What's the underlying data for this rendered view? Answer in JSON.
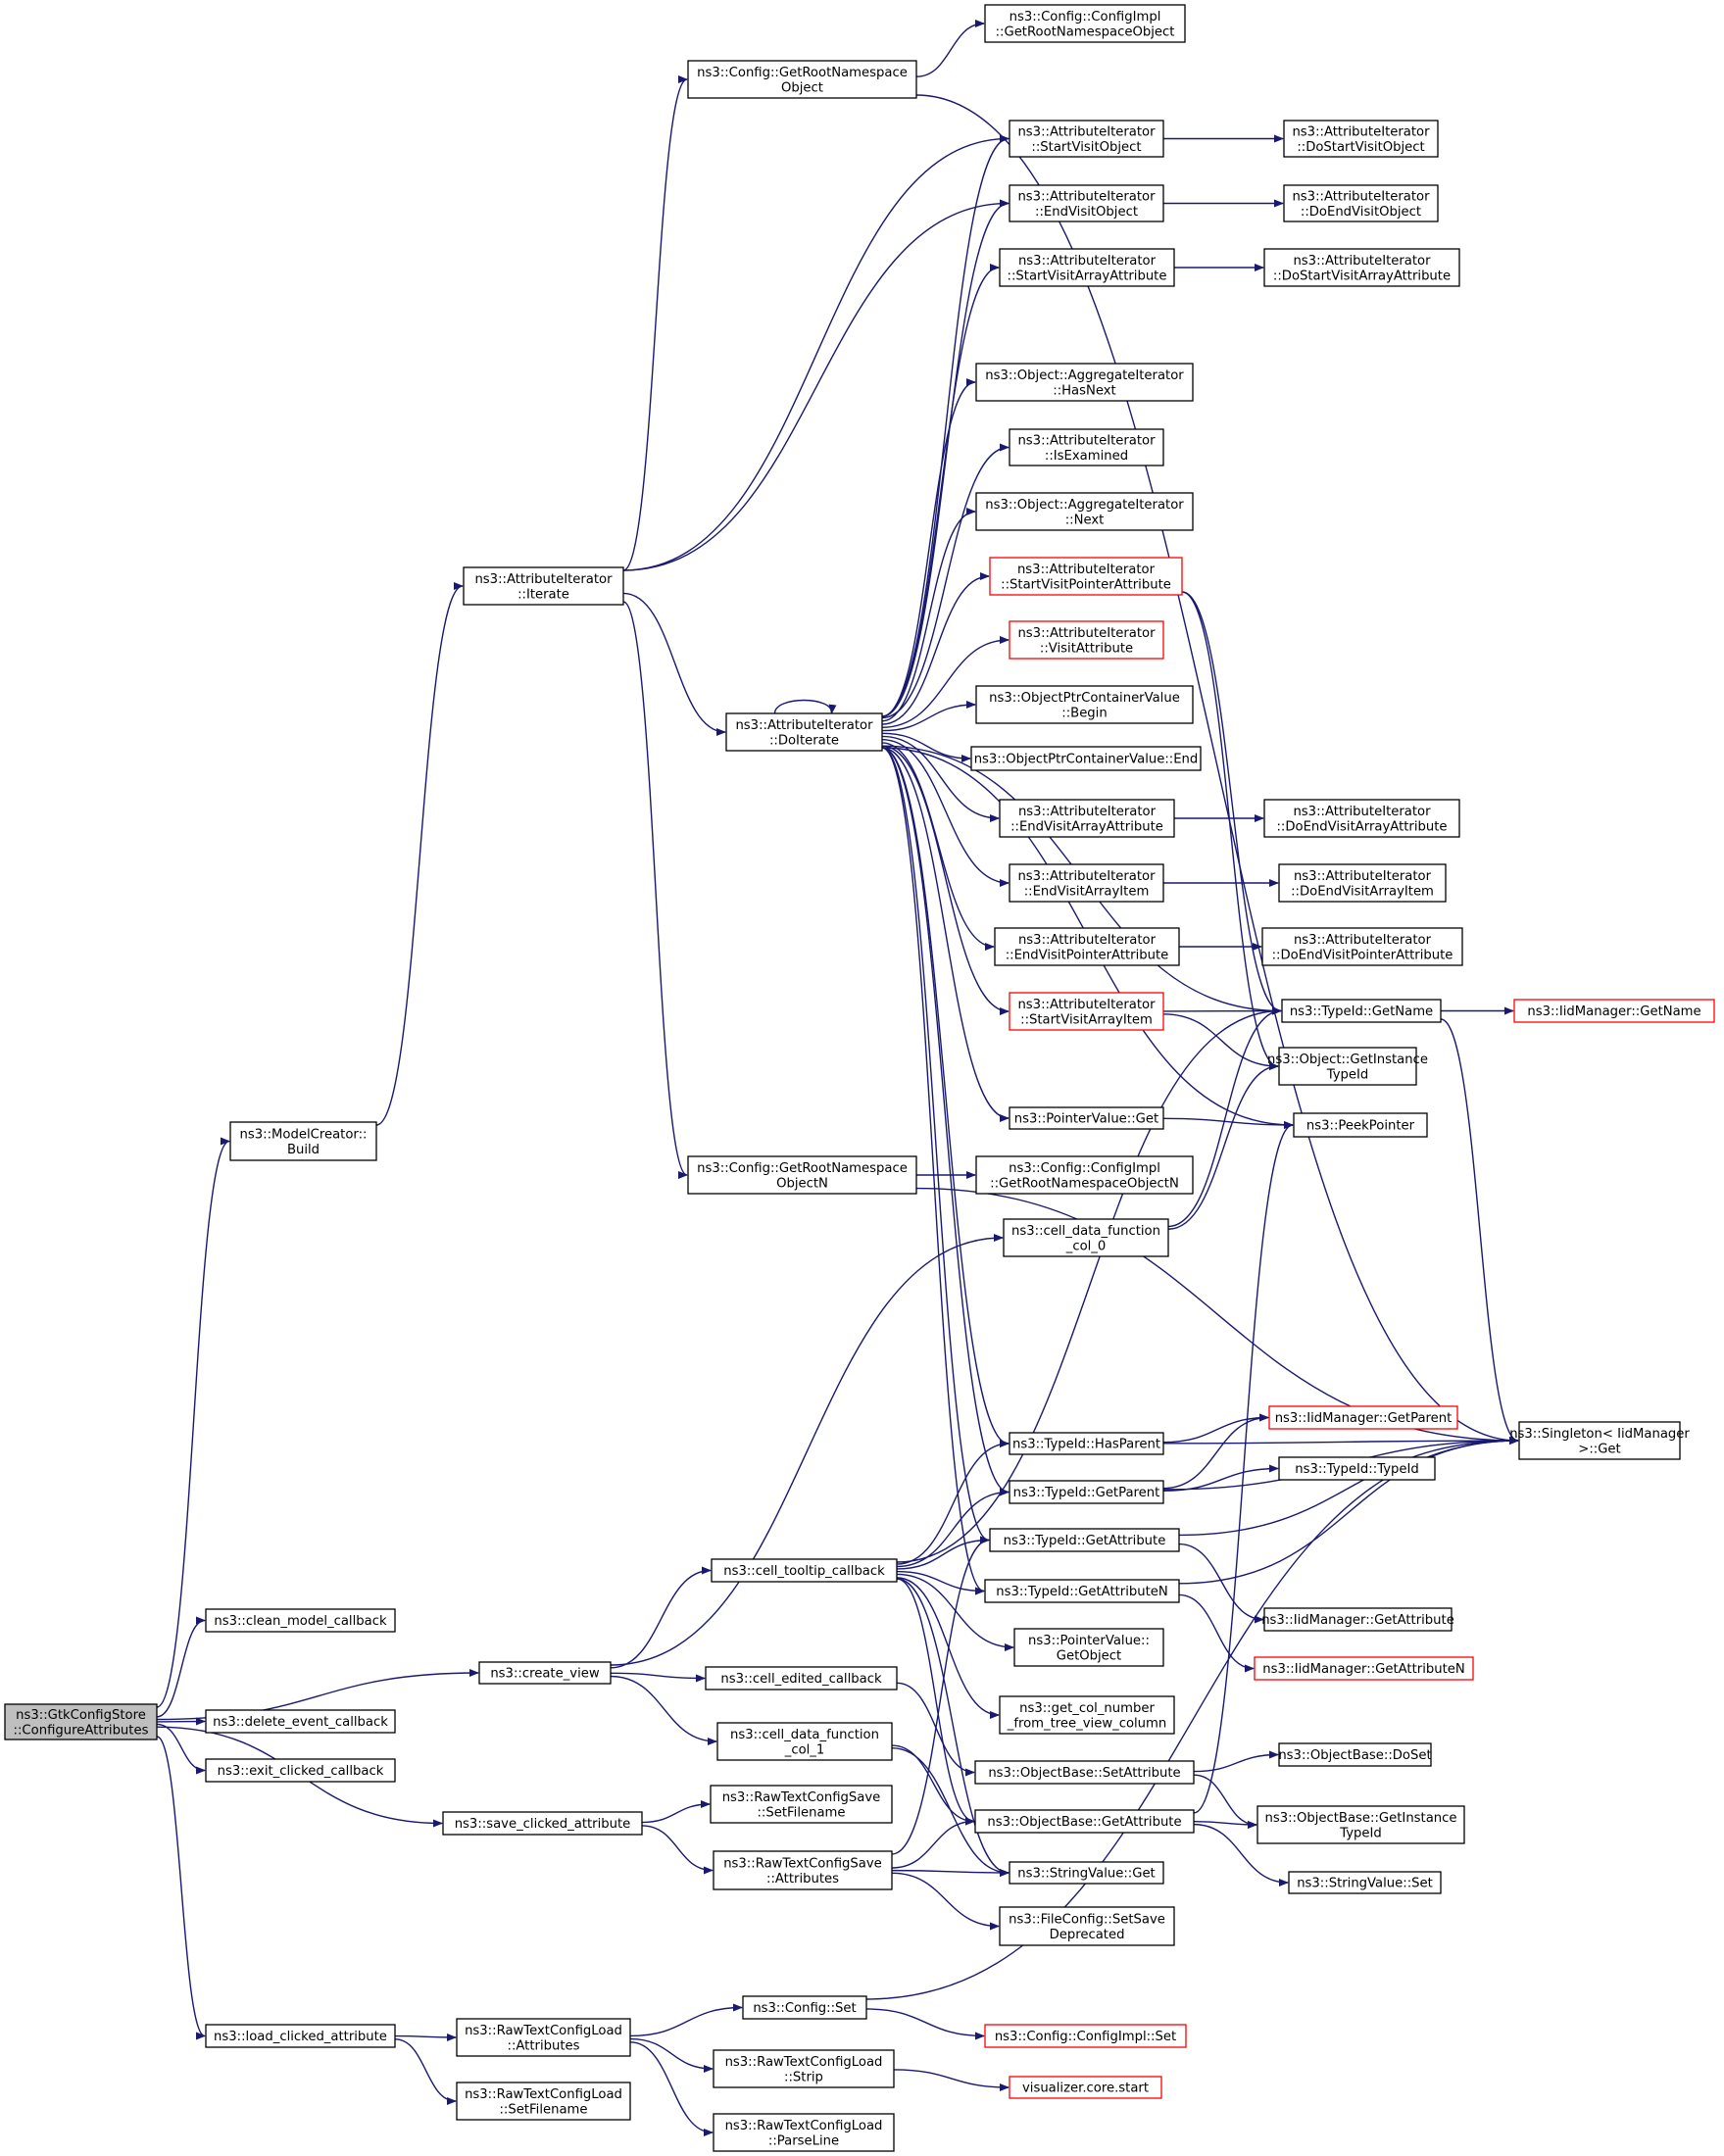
{
  "colors": {
    "edge": "#191970",
    "node_border": "#000000",
    "node_border_truncated": "#ff0000",
    "root_fill": "#bfbfbf",
    "node_fill": "#ffffff"
  },
  "nodes": [
    {
      "id": "root",
      "lines": [
        "ns3::GtkConfigStore",
        "::ConfigureAttributes"
      ],
      "kind": "root"
    },
    {
      "id": "mcbuild",
      "lines": [
        "ns3::ModelCreator::",
        "Build"
      ]
    },
    {
      "id": "clean",
      "lines": [
        "ns3::clean_model_callback"
      ]
    },
    {
      "id": "createview",
      "lines": [
        "ns3::create_view"
      ]
    },
    {
      "id": "delete",
      "lines": [
        "ns3::delete_event_callback"
      ]
    },
    {
      "id": "exit",
      "lines": [
        "ns3::exit_clicked_callback"
      ]
    },
    {
      "id": "save",
      "lines": [
        "ns3::save_clicked_attribute"
      ]
    },
    {
      "id": "load",
      "lines": [
        "ns3::load_clicked_attribute"
      ]
    },
    {
      "id": "aiter",
      "lines": [
        "ns3::AttributeIterator",
        "::Iterate"
      ]
    },
    {
      "id": "grno",
      "lines": [
        "ns3::Config::GetRootNamespace",
        "Object"
      ]
    },
    {
      "id": "grnon",
      "lines": [
        "ns3::Config::GetRootNamespace",
        "ObjectN"
      ]
    },
    {
      "id": "doiter",
      "lines": [
        "ns3::AttributeIterator",
        "::DoIterate"
      ]
    },
    {
      "id": "cimpl_grno",
      "lines": [
        "ns3::Config::ConfigImpl",
        "::GetRootNamespaceObject"
      ]
    },
    {
      "id": "svo",
      "lines": [
        "ns3::AttributeIterator",
        "::StartVisitObject"
      ]
    },
    {
      "id": "evo",
      "lines": [
        "ns3::AttributeIterator",
        "::EndVisitObject"
      ]
    },
    {
      "id": "svaa",
      "lines": [
        "ns3::AttributeIterator",
        "::StartVisitArrayAttribute"
      ]
    },
    {
      "id": "oahn",
      "lines": [
        "ns3::Object::AggregateIterator",
        "::HasNext"
      ]
    },
    {
      "id": "isex",
      "lines": [
        "ns3::AttributeIterator",
        "::IsExamined"
      ]
    },
    {
      "id": "oanx",
      "lines": [
        "ns3::Object::AggregateIterator",
        "::Next"
      ]
    },
    {
      "id": "svpa",
      "lines": [
        "ns3::AttributeIterator",
        "::StartVisitPointerAttribute"
      ],
      "truncated": true
    },
    {
      "id": "va",
      "lines": [
        "ns3::AttributeIterator",
        "::VisitAttribute"
      ],
      "truncated": true
    },
    {
      "id": "opcvb",
      "lines": [
        "ns3::ObjectPtrContainerValue",
        "::Begin"
      ]
    },
    {
      "id": "opcve",
      "lines": [
        "ns3::ObjectPtrContainerValue::End"
      ]
    },
    {
      "id": "evaa",
      "lines": [
        "ns3::AttributeIterator",
        "::EndVisitArrayAttribute"
      ]
    },
    {
      "id": "evai",
      "lines": [
        "ns3::AttributeIterator",
        "::EndVisitArrayItem"
      ]
    },
    {
      "id": "evpa",
      "lines": [
        "ns3::AttributeIterator",
        "::EndVisitPointerAttribute"
      ]
    },
    {
      "id": "svai",
      "lines": [
        "ns3::AttributeIterator",
        "::StartVisitArrayItem"
      ],
      "truncated": true
    },
    {
      "id": "pvget",
      "lines": [
        "ns3::PointerValue::Get"
      ]
    },
    {
      "id": "cimpl_grnon",
      "lines": [
        "ns3::Config::ConfigImpl",
        "::GetRootNamespaceObjectN"
      ]
    },
    {
      "id": "cdf0",
      "lines": [
        "ns3::cell_data_function",
        "_col_0"
      ]
    },
    {
      "id": "dsvo",
      "lines": [
        "ns3::AttributeIterator",
        "::DoStartVisitObject"
      ]
    },
    {
      "id": "devo",
      "lines": [
        "ns3::AttributeIterator",
        "::DoEndVisitObject"
      ]
    },
    {
      "id": "dsvaa",
      "lines": [
        "ns3::AttributeIterator",
        "::DoStartVisitArrayAttribute"
      ]
    },
    {
      "id": "devaa",
      "lines": [
        "ns3::AttributeIterator",
        "::DoEndVisitArrayAttribute"
      ]
    },
    {
      "id": "devai",
      "lines": [
        "ns3::AttributeIterator",
        "::DoEndVisitArrayItem"
      ]
    },
    {
      "id": "devpa",
      "lines": [
        "ns3::AttributeIterator",
        "::DoEndVisitPointerAttribute"
      ]
    },
    {
      "id": "tidgn",
      "lines": [
        "ns3::TypeId::GetName"
      ]
    },
    {
      "id": "ogit",
      "lines": [
        "ns3::Object::GetInstance",
        "TypeId"
      ]
    },
    {
      "id": "peek",
      "lines": [
        "ns3::PeekPointer"
      ]
    },
    {
      "id": "iidgn",
      "lines": [
        "ns3::IidManager::GetName"
      ],
      "truncated": true
    },
    {
      "id": "singleton",
      "lines": [
        "ns3::Singleton< IidManager",
        ">::Get"
      ]
    },
    {
      "id": "tidhp",
      "lines": [
        "ns3::TypeId::HasParent"
      ]
    },
    {
      "id": "tidgp",
      "lines": [
        "ns3::TypeId::GetParent"
      ]
    },
    {
      "id": "tidga",
      "lines": [
        "ns3::TypeId::GetAttribute"
      ]
    },
    {
      "id": "tidgan",
      "lines": [
        "ns3::TypeId::GetAttributeN"
      ]
    },
    {
      "id": "iidgp",
      "lines": [
        "ns3::IidManager::GetParent"
      ],
      "truncated": true
    },
    {
      "id": "tidtid",
      "lines": [
        "ns3::TypeId::TypeId"
      ]
    },
    {
      "id": "iidga",
      "lines": [
        "ns3::IidManager::GetAttribute"
      ]
    },
    {
      "id": "iidgan",
      "lines": [
        "ns3::IidManager::GetAttributeN"
      ],
      "truncated": true
    },
    {
      "id": "ctc",
      "lines": [
        "ns3::cell_tooltip_callback"
      ]
    },
    {
      "id": "pvgo",
      "lines": [
        "ns3::PointerValue::",
        "GetObject"
      ]
    },
    {
      "id": "gcn",
      "lines": [
        "ns3::get_col_number",
        "_from_tree_view_column"
      ]
    },
    {
      "id": "cec",
      "lines": [
        "ns3::cell_edited_callback"
      ]
    },
    {
      "id": "cdf1",
      "lines": [
        "ns3::cell_data_function",
        "_col_1"
      ]
    },
    {
      "id": "obsa",
      "lines": [
        "ns3::ObjectBase::SetAttribute"
      ]
    },
    {
      "id": "obga",
      "lines": [
        "ns3::ObjectBase::GetAttribute"
      ]
    },
    {
      "id": "svget",
      "lines": [
        "ns3::StringValue::Get"
      ]
    },
    {
      "id": "obdoset",
      "lines": [
        "ns3::ObjectBase::DoSet"
      ]
    },
    {
      "id": "obgit",
      "lines": [
        "ns3::ObjectBase::GetInstance",
        "TypeId"
      ]
    },
    {
      "id": "svset",
      "lines": [
        "ns3::StringValue::Set"
      ]
    },
    {
      "id": "rtcssf",
      "lines": [
        "ns3::RawTextConfigSave",
        "::SetFilename"
      ]
    },
    {
      "id": "rtcsa",
      "lines": [
        "ns3::RawTextConfigSave",
        "::Attributes"
      ]
    },
    {
      "id": "fcssd",
      "lines": [
        "ns3::FileConfig::SetSave",
        "Deprecated"
      ]
    },
    {
      "id": "rtcla",
      "lines": [
        "ns3::RawTextConfigLoad",
        "::Attributes"
      ]
    },
    {
      "id": "rtclsf",
      "lines": [
        "ns3::RawTextConfigLoad",
        "::SetFilename"
      ]
    },
    {
      "id": "cset",
      "lines": [
        "ns3::Config::Set"
      ]
    },
    {
      "id": "rtcls",
      "lines": [
        "ns3::RawTextConfigLoad",
        "::Strip"
      ]
    },
    {
      "id": "rtclpl",
      "lines": [
        "ns3::RawTextConfigLoad",
        "::ParseLine"
      ]
    },
    {
      "id": "cimplset",
      "lines": [
        "ns3::Config::ConfigImpl::Set"
      ],
      "truncated": true
    },
    {
      "id": "vcs",
      "lines": [
        "visualizer.core.start"
      ],
      "truncated": true
    }
  ],
  "edges": [
    [
      "root",
      "mcbuild"
    ],
    [
      "root",
      "clean"
    ],
    [
      "root",
      "createview"
    ],
    [
      "root",
      "delete"
    ],
    [
      "root",
      "exit"
    ],
    [
      "root",
      "save"
    ],
    [
      "root",
      "load"
    ],
    [
      "mcbuild",
      "aiter"
    ],
    [
      "aiter",
      "grno"
    ],
    [
      "aiter",
      "svo"
    ],
    [
      "aiter",
      "evo"
    ],
    [
      "aiter",
      "doiter"
    ],
    [
      "aiter",
      "grnon"
    ],
    [
      "grno",
      "cimpl_grno"
    ],
    [
      "grno",
      "singleton"
    ],
    [
      "grnon",
      "cimpl_grnon"
    ],
    [
      "grnon",
      "singleton"
    ],
    [
      "doiter",
      "doiter"
    ],
    [
      "doiter",
      "svo"
    ],
    [
      "doiter",
      "evo"
    ],
    [
      "doiter",
      "svaa"
    ],
    [
      "doiter",
      "tidgn"
    ],
    [
      "doiter",
      "oahn"
    ],
    [
      "doiter",
      "isex"
    ],
    [
      "doiter",
      "oanx"
    ],
    [
      "doiter",
      "svpa"
    ],
    [
      "doiter",
      "va"
    ],
    [
      "doiter",
      "opcvb"
    ],
    [
      "doiter",
      "opcve"
    ],
    [
      "doiter",
      "evaa"
    ],
    [
      "doiter",
      "evai"
    ],
    [
      "doiter",
      "evpa"
    ],
    [
      "doiter",
      "svai"
    ],
    [
      "doiter",
      "peek"
    ],
    [
      "doiter",
      "pvget"
    ],
    [
      "doiter",
      "tidhp"
    ],
    [
      "doiter",
      "tidgp"
    ],
    [
      "doiter",
      "tidga"
    ],
    [
      "doiter",
      "tidgan"
    ],
    [
      "svo",
      "dsvo"
    ],
    [
      "evo",
      "devo"
    ],
    [
      "svaa",
      "dsvaa"
    ],
    [
      "evaa",
      "devaa"
    ],
    [
      "evai",
      "devai"
    ],
    [
      "evpa",
      "devpa"
    ],
    [
      "svpa",
      "tidgn"
    ],
    [
      "svpa",
      "ogit"
    ],
    [
      "svai",
      "tidgn"
    ],
    [
      "svai",
      "ogit"
    ],
    [
      "pvget",
      "peek"
    ],
    [
      "cdf0",
      "tidgn"
    ],
    [
      "cdf0",
      "ogit"
    ],
    [
      "tidgn",
      "iidgn"
    ],
    [
      "tidgn",
      "singleton"
    ],
    [
      "tidhp",
      "iidgp"
    ],
    [
      "tidhp",
      "singleton"
    ],
    [
      "tidgp",
      "iidgp"
    ],
    [
      "tidgp",
      "tidtid"
    ],
    [
      "tidgp",
      "singleton"
    ],
    [
      "tidga",
      "iidga"
    ],
    [
      "tidga",
      "singleton"
    ],
    [
      "tidgan",
      "iidgan"
    ],
    [
      "tidgan",
      "singleton"
    ],
    [
      "createview",
      "cdf0"
    ],
    [
      "createview",
      "ctc"
    ],
    [
      "createview",
      "cec"
    ],
    [
      "createview",
      "cdf1"
    ],
    [
      "ctc",
      "tidhp"
    ],
    [
      "ctc",
      "tidgp"
    ],
    [
      "ctc",
      "tidga"
    ],
    [
      "ctc",
      "tidgan"
    ],
    [
      "ctc",
      "pvgo"
    ],
    [
      "ctc",
      "gcn"
    ],
    [
      "ctc",
      "tidgn"
    ],
    [
      "ctc",
      "obga"
    ],
    [
      "ctc",
      "svget"
    ],
    [
      "cec",
      "obsa"
    ],
    [
      "cdf1",
      "obga"
    ],
    [
      "cdf1",
      "svget"
    ],
    [
      "obsa",
      "obdoset"
    ],
    [
      "obsa",
      "obgit"
    ],
    [
      "obga",
      "obgit"
    ],
    [
      "obga",
      "svset"
    ],
    [
      "obga",
      "peek"
    ],
    [
      "save",
      "rtcssf"
    ],
    [
      "save",
      "rtcsa"
    ],
    [
      "rtcsa",
      "tidga"
    ],
    [
      "rtcsa",
      "svget"
    ],
    [
      "rtcsa",
      "fcssd"
    ],
    [
      "rtcsa",
      "obga"
    ],
    [
      "load",
      "rtcla"
    ],
    [
      "load",
      "rtclsf"
    ],
    [
      "rtcla",
      "cset"
    ],
    [
      "rtcla",
      "rtcls"
    ],
    [
      "rtcla",
      "rtclpl"
    ],
    [
      "cset",
      "cimplset"
    ],
    [
      "cset",
      "singleton"
    ],
    [
      "rtcls",
      "vcs"
    ]
  ]
}
